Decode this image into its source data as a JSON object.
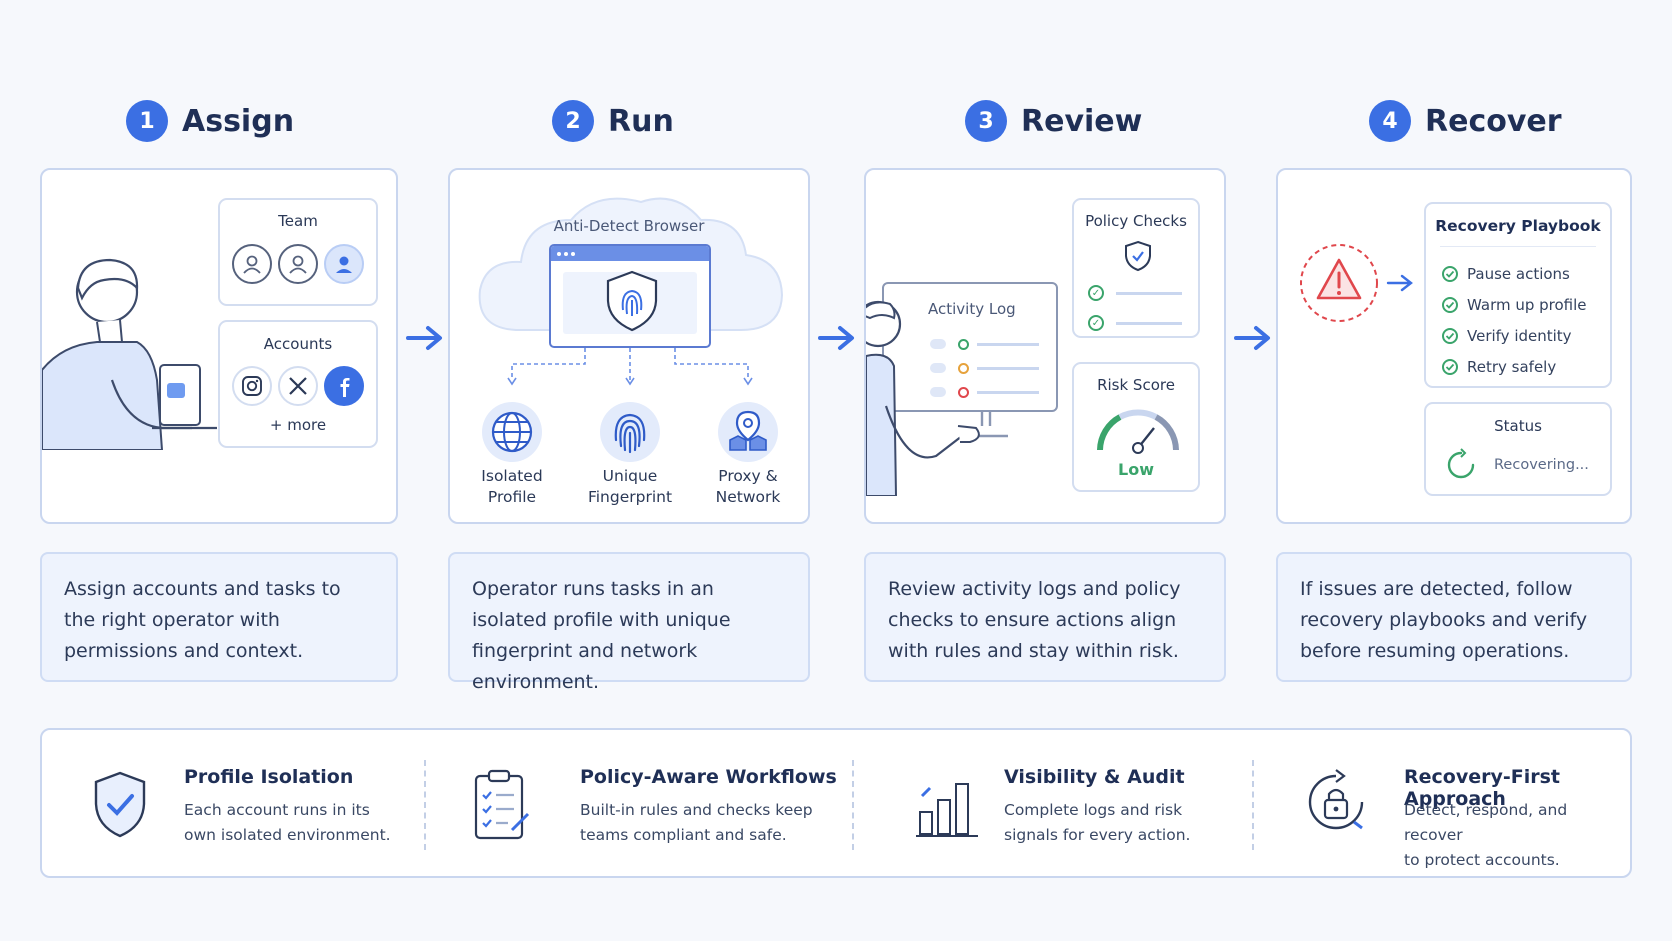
{
  "steps": [
    {
      "number": "1",
      "title": "Assign"
    },
    {
      "number": "2",
      "title": "Run"
    },
    {
      "number": "3",
      "title": "Review"
    },
    {
      "number": "4",
      "title": "Recover"
    }
  ],
  "assign": {
    "team_label": "Team",
    "accounts_label": "Accounts",
    "more_label": "+ more",
    "description": "Assign accounts and tasks to the right operator with permissions and context."
  },
  "run": {
    "browser_label": "Anti-Detect Browser",
    "features": [
      {
        "line1": "Isolated",
        "line2": "Profile",
        "icon": "globe-icon"
      },
      {
        "line1": "Unique",
        "line2": "Fingerprint",
        "icon": "fingerprint-icon"
      },
      {
        "line1": "Proxy &",
        "line2": "Network",
        "icon": "location-pin-icon"
      }
    ],
    "description": "Operator runs tasks in an isolated profile with unique fingerprint and network environment."
  },
  "review": {
    "activity_label": "Activity Log",
    "policy_label": "Policy Checks",
    "risk_label": "Risk Score",
    "risk_value": "Low",
    "description": "Review activity logs and policy checks to ensure actions align with rules and stay within risk."
  },
  "recover": {
    "playbook_title": "Recovery Playbook",
    "playbook_items": [
      "Pause actions",
      "Warm up profile",
      "Verify identity",
      "Retry safely"
    ],
    "status_label": "Status",
    "status_value": "Recovering...",
    "description": "If issues are detected, follow recovery playbooks and verify before resuming operations."
  },
  "footer": [
    {
      "title": "Profile Isolation",
      "line1": "Each account runs in its",
      "line2": "own isolated environment.",
      "icon": "shield-check-icon"
    },
    {
      "title": "Policy-Aware Workflows",
      "line1": "Built-in rules and checks keep",
      "line2": "teams compliant and safe.",
      "icon": "clipboard-checklist-icon"
    },
    {
      "title": "Visibility & Audit",
      "line1": "Complete logs and risk",
      "line2": "signals for every action.",
      "icon": "bar-chart-icon"
    },
    {
      "title": "Recovery-First Approach",
      "line1": "Detect, respond, and recover",
      "line2": "to protect accounts.",
      "icon": "lock-refresh-icon"
    }
  ],
  "colors": {
    "accent": "#3b6fe3",
    "success": "#3aa46b",
    "danger": "#e0474c",
    "warning": "#e6a23c"
  }
}
